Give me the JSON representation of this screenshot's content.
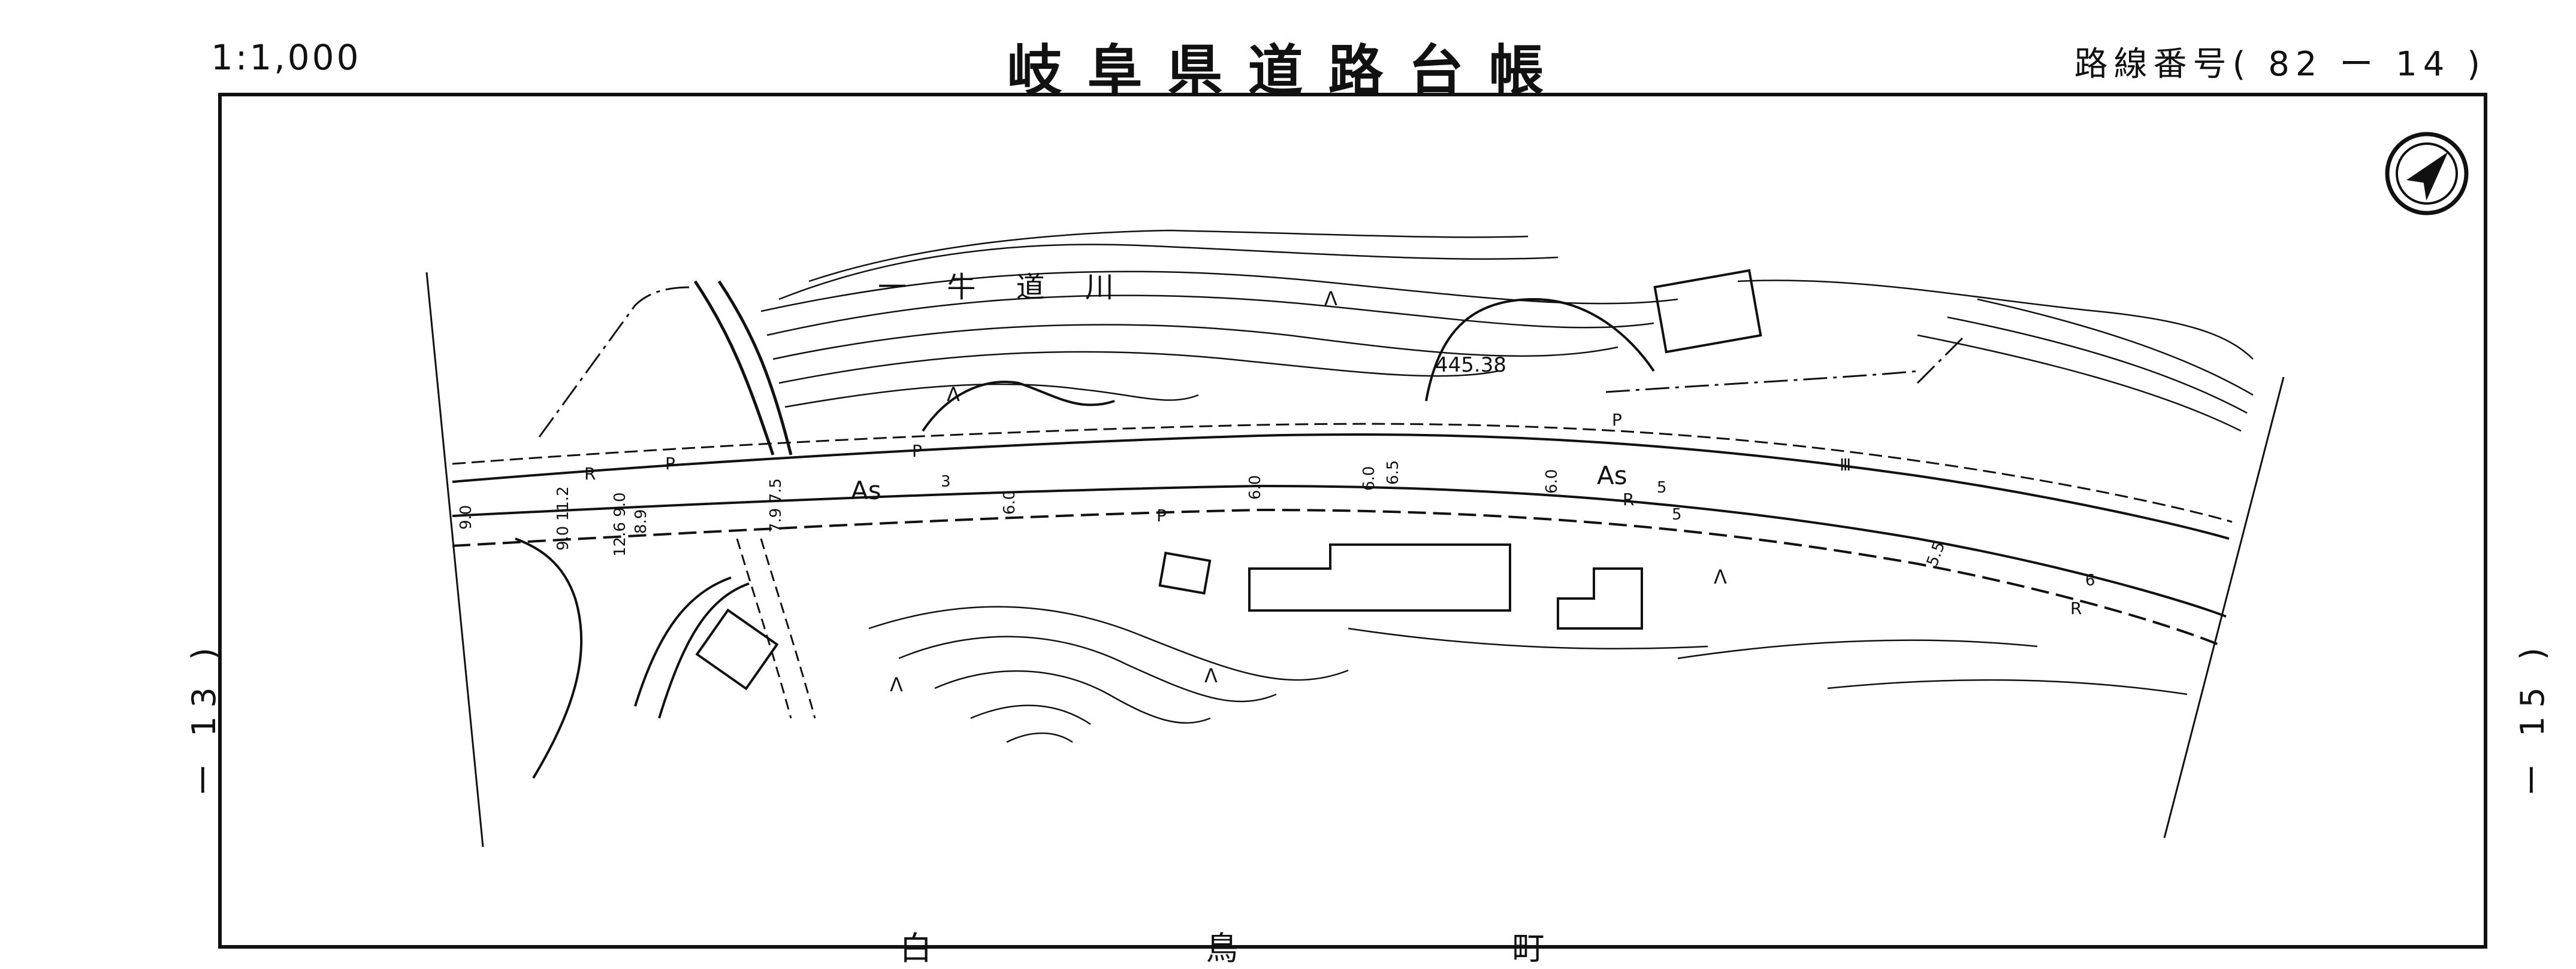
{
  "header": {
    "scale": "1:1,000",
    "title": "岐阜県道路台帳",
    "route": "路線番号( 82 ー 14 )"
  },
  "side": {
    "left_page": "ー 13 )",
    "right_page": "ー 15 )"
  },
  "footer": {
    "place": "白 鳥 町"
  },
  "map": {
    "river": "一 牛 道 川",
    "elevation": "445.38",
    "surface_labels": [
      "As",
      "As"
    ],
    "symbols": [
      "P",
      "P",
      "P",
      "P",
      "R",
      "R",
      "R",
      "Λ",
      "Λ",
      "Λ",
      "Λ",
      "Λ",
      "Ⅲ"
    ],
    "widths": [
      "9.0",
      "9.0 11.2",
      "12.6 9.0",
      "8.9",
      "7.9 7.5",
      "3",
      "6.0",
      "6.0",
      "6.0",
      "6.5",
      "6.0",
      "5",
      "5",
      "5.5",
      "6"
    ],
    "colors": {
      "ink": "#111111",
      "background": "#ffffff"
    }
  }
}
